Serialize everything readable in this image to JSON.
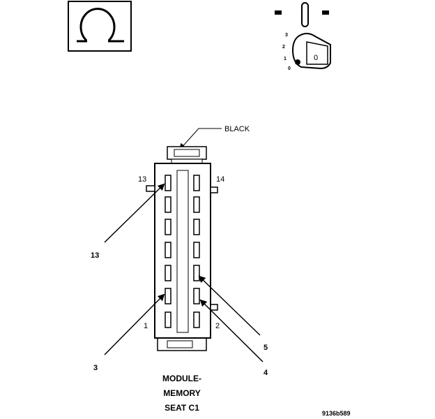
{
  "legend": {
    "ohmmeter_symbol": "Ω"
  },
  "ignition": {
    "positions": [
      "3",
      "2",
      "1",
      "0"
    ],
    "key_glyph": "0"
  },
  "connector": {
    "color_callout": "BLACK",
    "cavity_labels": {
      "top_left": "13",
      "top_right": "14",
      "bottom_left": "1",
      "bottom_right": "2"
    },
    "pointers": {
      "p13": "13",
      "p3": "3",
      "p5": "5",
      "p4": "4"
    },
    "name_lines": [
      "MODULE-",
      "MEMORY",
      "SEAT C1"
    ]
  },
  "figure_code": "9136b589"
}
